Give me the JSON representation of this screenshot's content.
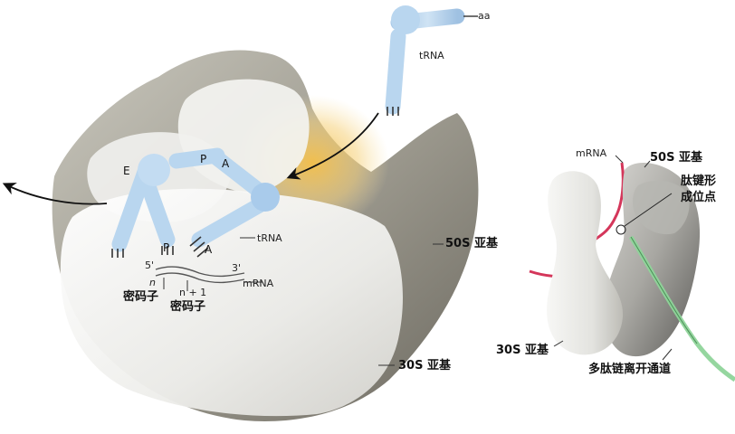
{
  "main_diagram": {
    "incoming_trna": {
      "aa": "aa",
      "label": "tRNA"
    },
    "site_labels": {
      "e": "E",
      "p_top": "P",
      "a_top": "A",
      "p_bottom": "P",
      "a_bottom": "A"
    },
    "a_site_trna": "tRNA",
    "mrna": {
      "five_prime": "5'",
      "three_prime": "3'",
      "label": "mRNA"
    },
    "codons": {
      "n": "n",
      "n_plus_1": "n + 1",
      "codon_label_1": "密码子",
      "codon_label_2": "密码子"
    },
    "large_subunit": "50S 亚基",
    "small_subunit": "30S 亚基"
  },
  "side_diagram": {
    "mrna": "mRNA",
    "large_subunit": "50S 亚基",
    "peptidyl_transfer_site": [
      "肽键形",
      "成位点"
    ],
    "small_subunit": "30S 亚基",
    "exit_tunnel": "多肽链离开通道"
  },
  "colors": {
    "trna": "#b9d6ef",
    "large_subunit": "#8f8c82",
    "small_subunit": "#f4f4f1",
    "active_glow": "#f2c04e",
    "mrna_side": "#d4365a",
    "exit_tunnel": "#8fd49a"
  }
}
